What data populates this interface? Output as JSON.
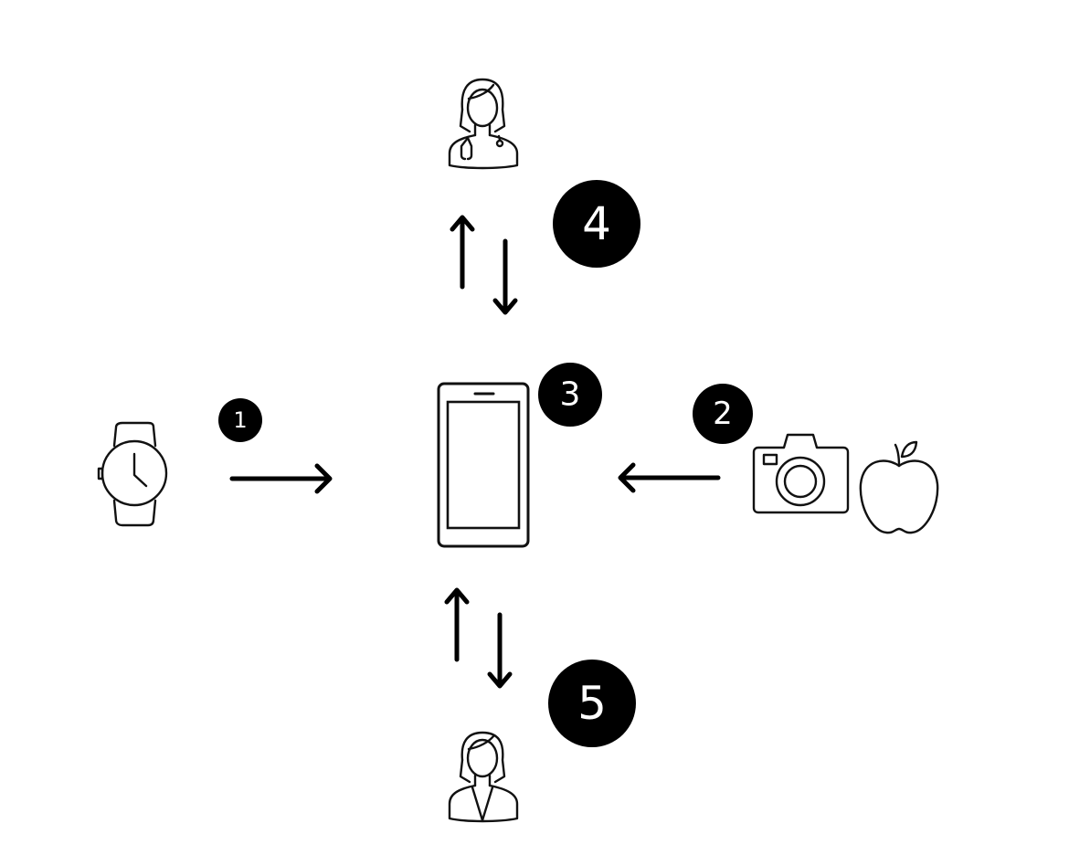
{
  "diagram": {
    "steps": [
      {
        "number": "1",
        "from": "smartwatch",
        "to": "smartphone"
      },
      {
        "number": "2",
        "from": "camera-food",
        "to": "smartphone"
      },
      {
        "number": "3",
        "node": "smartphone"
      },
      {
        "number": "4",
        "between": [
          "doctor",
          "smartphone"
        ]
      },
      {
        "number": "5",
        "between": [
          "user",
          "smartphone"
        ]
      }
    ],
    "colors": {
      "ink": "#000000",
      "background": "#ffffff",
      "badge_text": "#ffffff"
    }
  }
}
